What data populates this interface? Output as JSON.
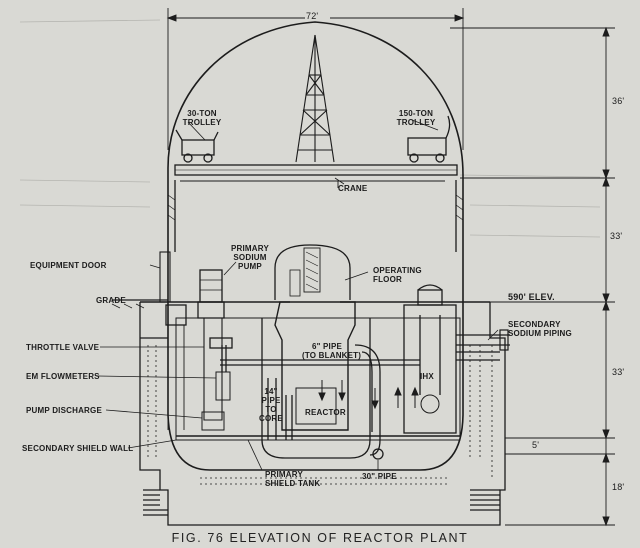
{
  "caption": "FIG. 76  ELEVATION OF REACTOR PLANT",
  "labels": {
    "trolley_30": "30-TON\nTROLLEY",
    "trolley_150": "150-TON\nTROLLEY",
    "crane": "CRANE",
    "primary_sodium_pump": "PRIMARY\nSODIUM\nPUMP",
    "operating_floor": "OPERATING\nFLOOR",
    "equipment_door": "EQUIPMENT DOOR",
    "grade": "GRADE",
    "elevation_590": "590' ELEV.",
    "secondary_sodium_piping": "SECONDARY\nSODIUM PIPING",
    "throttle_valve": "THROTTLE VALVE",
    "pipe_6in": "6\" PIPE\n(TO BLANKET)",
    "em_flowmeters": "EM FLOWMETERS",
    "pipe_14in": "14\"\nPIPE\nTO\nCORE",
    "reactor": "REACTOR",
    "ihx": "IHX",
    "pump_discharge": "PUMP DISCHARGE",
    "secondary_shield_wall": "SECONDARY SHIELD WALL",
    "primary_shield_tank": "PRIMARY\nSHIELD TANK",
    "pipe_30in": "30\" PIPE"
  },
  "dimensions": {
    "width_72": "72'",
    "height_36": "36'",
    "height_33_upper": "33'",
    "height_33_lower": "33'",
    "height_5": "5'",
    "height_18": "18'"
  },
  "colors": {
    "paper": "#d9d9d4",
    "ink": "#1c1c1c"
  }
}
